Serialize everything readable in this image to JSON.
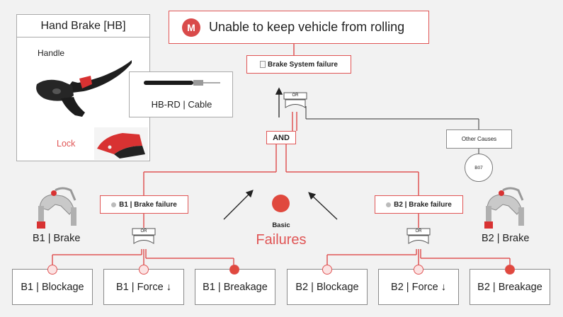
{
  "top_event": {
    "badge": "M",
    "label": "Unable to keep vehicle from rolling"
  },
  "system_failure": {
    "label": "Brake System failure"
  },
  "or_gate_label": "OR",
  "and_gate": {
    "label": "AND"
  },
  "other_causes": {
    "label": "Other Causes",
    "code": "B07"
  },
  "hand_brake": {
    "title": "Hand Brake [HB]",
    "handle_label": "Handle",
    "lock_label": "Lock",
    "cable_label": "HB-RD | Cable"
  },
  "b1": {
    "failure_label": "B1 | Brake failure",
    "brake_label": "B1 | Brake"
  },
  "b2": {
    "failure_label": "B2 | Brake failure",
    "brake_label": "B2 | Brake"
  },
  "center": {
    "basic_label": "Basic",
    "failures_label": "Failures"
  },
  "leaves": [
    {
      "label": "B1 | Blockage"
    },
    {
      "label": "B1 | Force ↓"
    },
    {
      "label": "B1 | Breakage"
    },
    {
      "label": "B2 | Blockage"
    },
    {
      "label": "B2 | Force ↓"
    },
    {
      "label": "B2 | Breakage"
    }
  ],
  "colors": {
    "accent": "#e05555",
    "basic_fill": "#e0493e",
    "light_fill": "#fbe3e3",
    "gray_line": "#555555"
  }
}
